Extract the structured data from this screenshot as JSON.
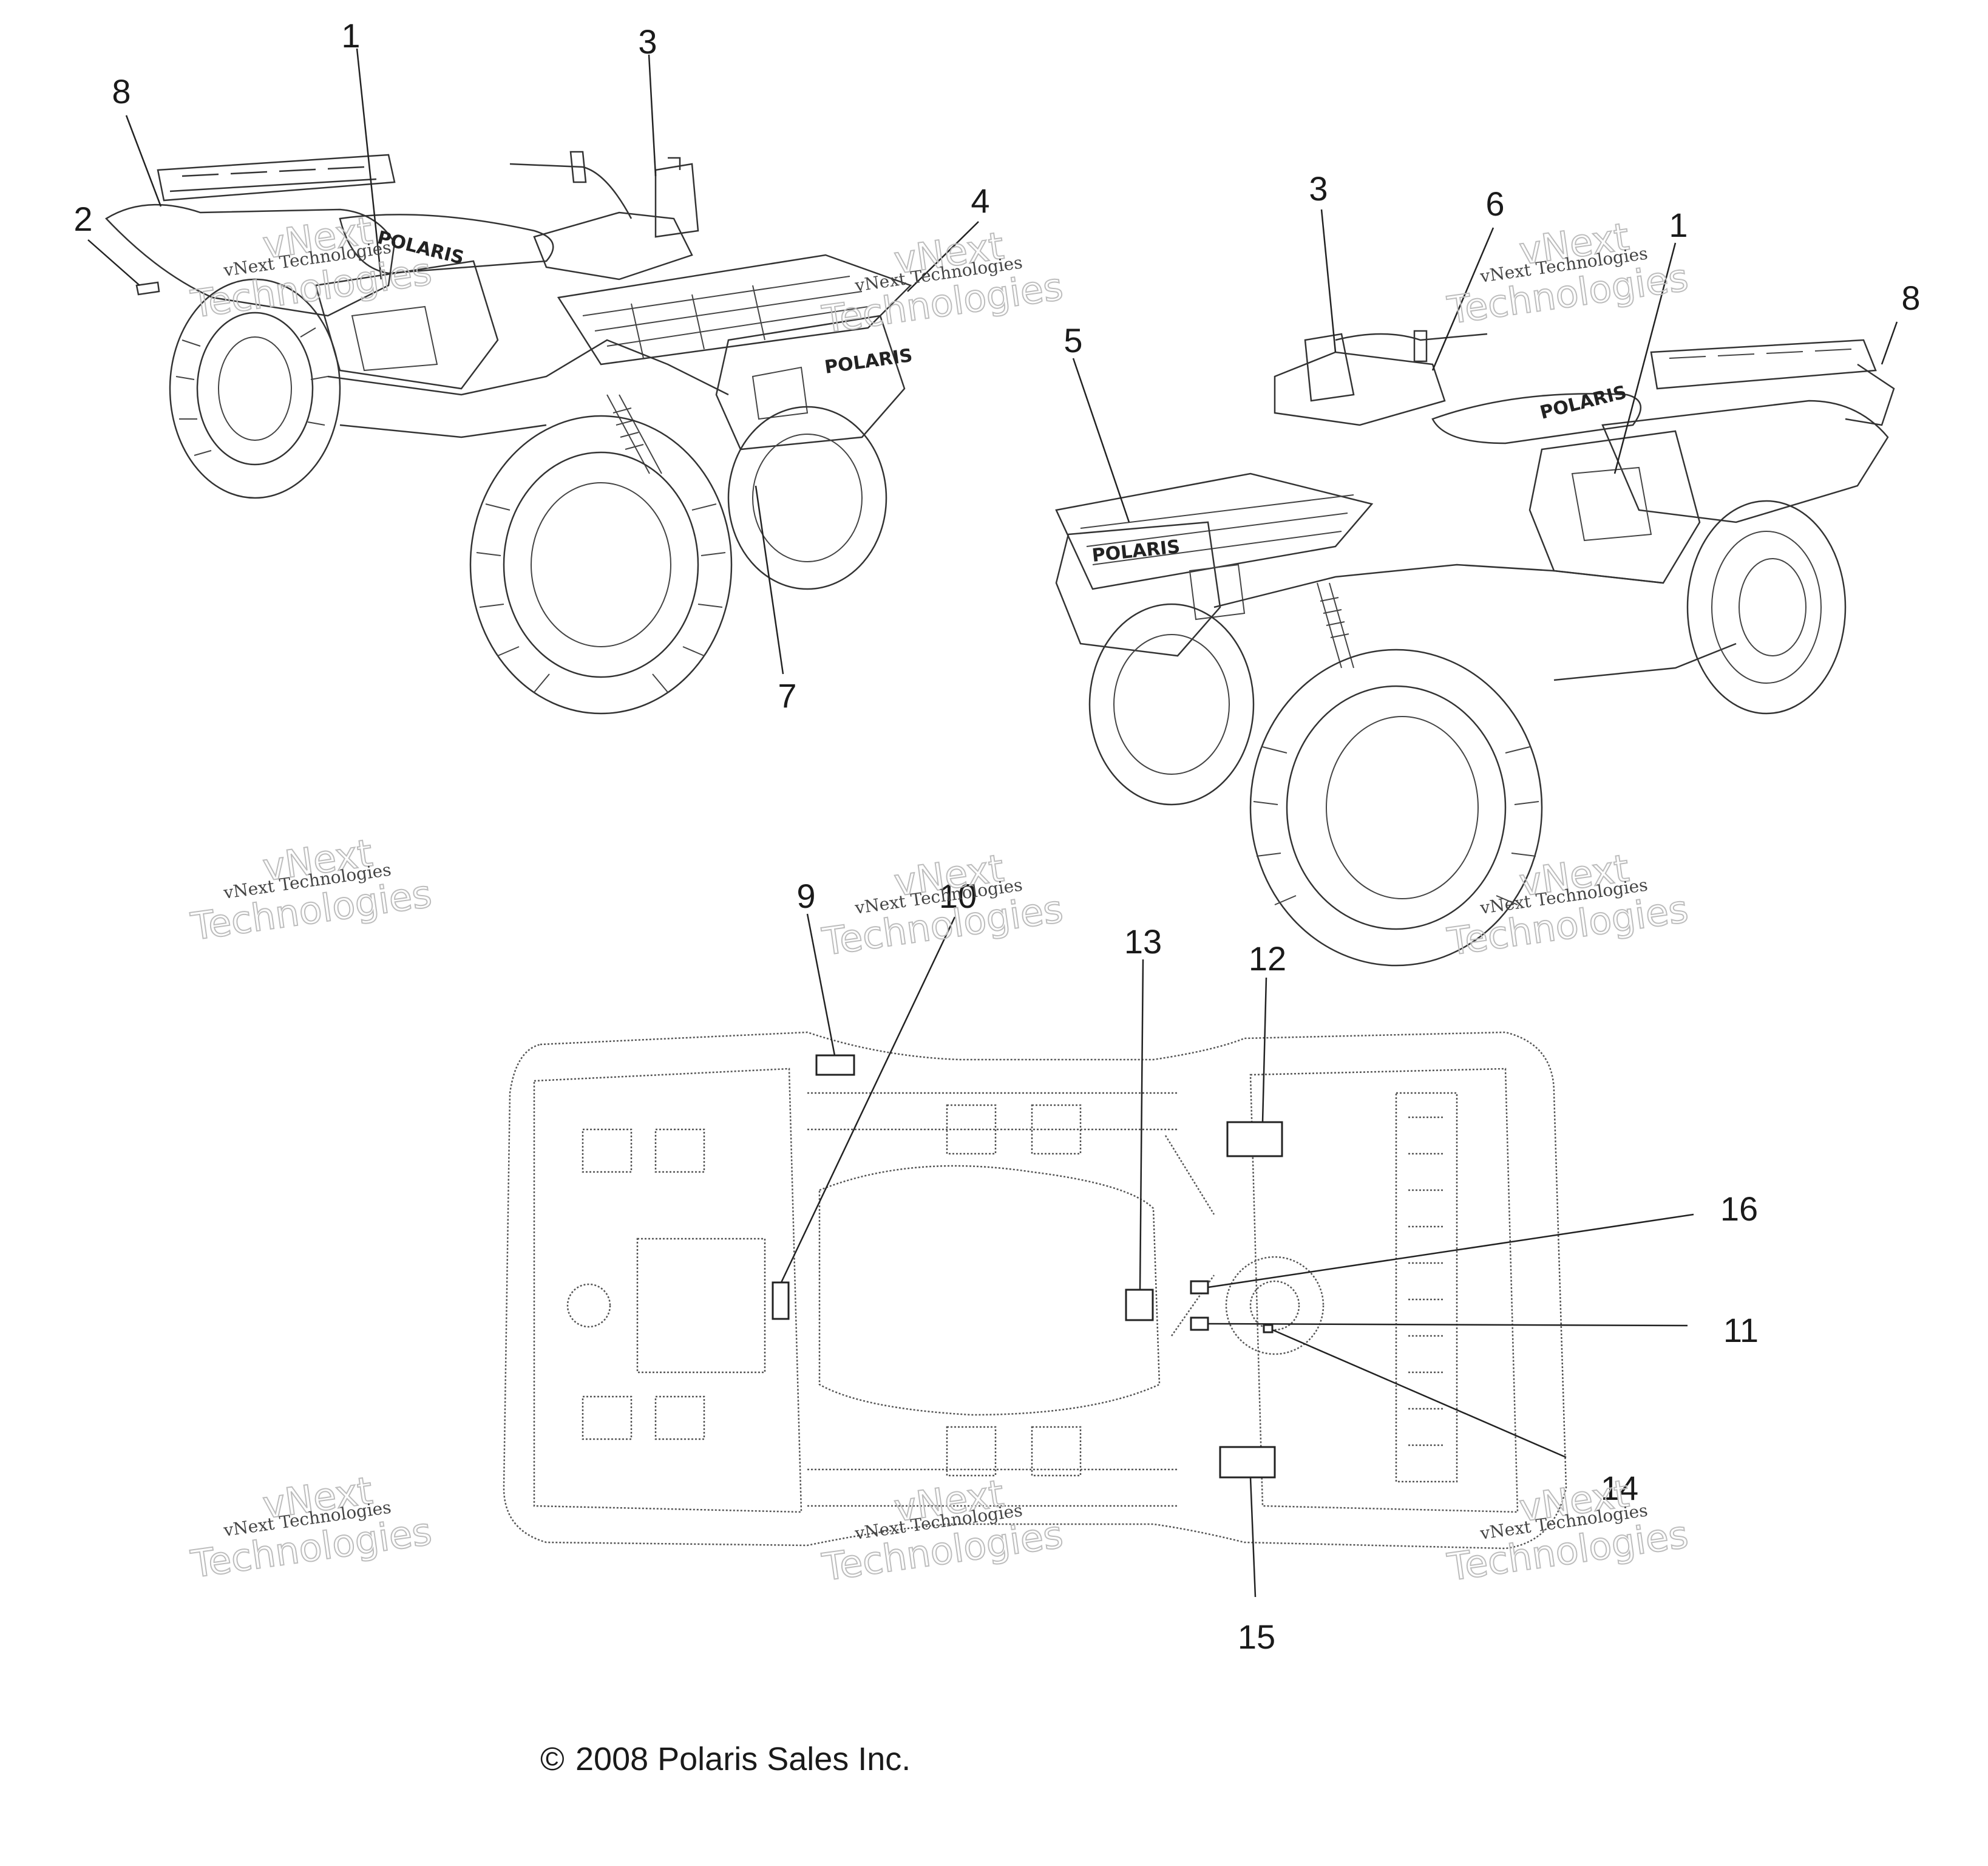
{
  "callouts": {
    "c1a": "1",
    "c3a": "3",
    "c8a": "8",
    "c2": "2",
    "c4": "4",
    "c7": "7",
    "c3b": "3",
    "c6": "6",
    "c1b": "1",
    "c8b": "8",
    "c5": "5",
    "c9": "9",
    "c10": "10",
    "c13": "13",
    "c12": "12",
    "c16": "16",
    "c11": "11",
    "c14": "14",
    "c15": "15"
  },
  "brand_text": "POLARIS",
  "watermark": {
    "small": "vNext Technologies",
    "big": "vNext",
    "big2": "Technologies"
  },
  "copyright": "2008 Polaris Sales Inc.",
  "copyright_symbol": "©"
}
